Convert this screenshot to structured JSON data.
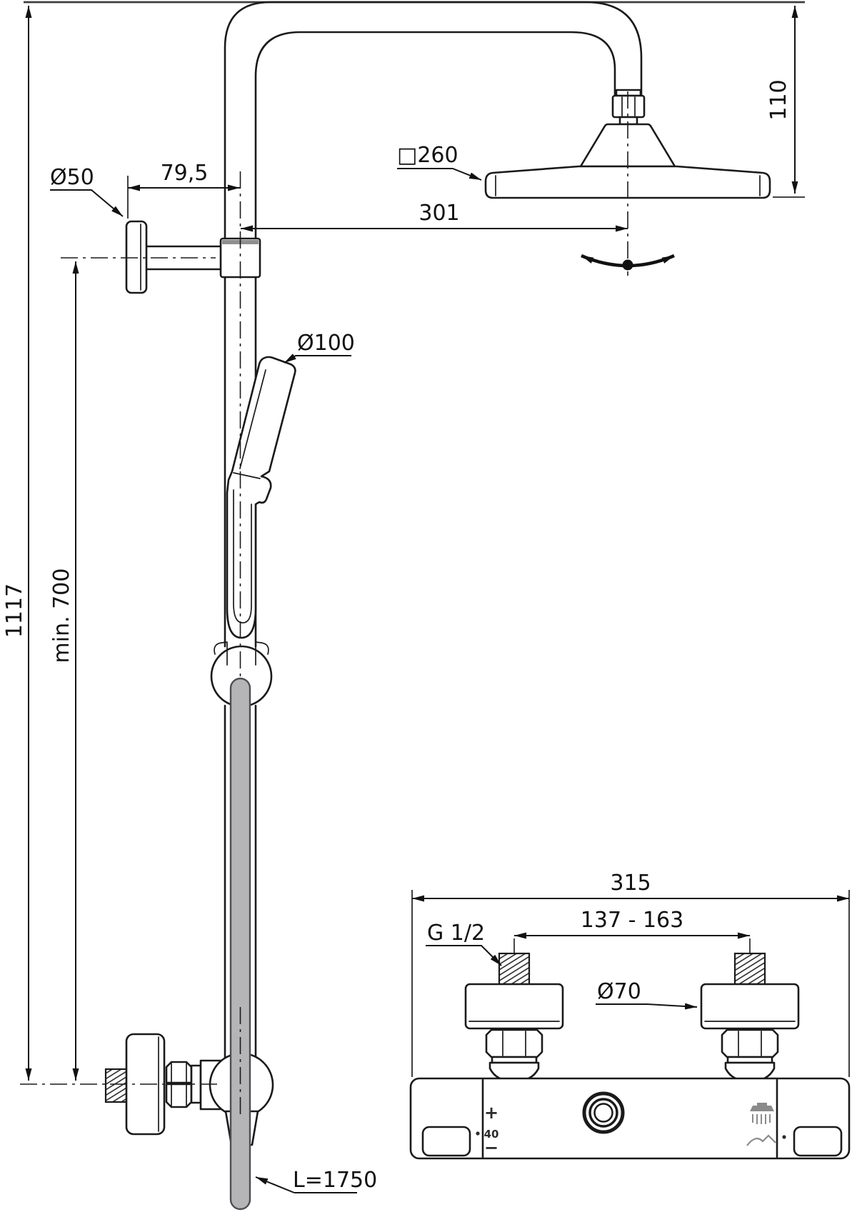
{
  "colors": {
    "line": "#1a1a1a",
    "background": "#ffffff",
    "hose_fill": "#b5b5b8",
    "hose_stroke": "#4e4e52",
    "collar_band": "#8f8f8f",
    "icon_gray": "#8a8a8a"
  },
  "dimensions": {
    "overall_height": "1117",
    "min_mount_height": "min. 700",
    "wall_bracket_diameter": "Ø50",
    "bracket_to_pipe_offset": "79,5",
    "head_size": "□260",
    "pipe_to_head_offset": "301",
    "head_clearance_height": "110",
    "handshower_diameter": "Ø100",
    "hose_length": "L=1750",
    "mixer_overall_width": "315",
    "inlet_center_distance": "137 - 163",
    "inlet_thread": "G 1/2",
    "inlet_escutcheon_diameter": "Ø70"
  },
  "mixer_markings": {
    "temp_plus": "+",
    "temp_safe_stop": "40",
    "temp_minus": "−"
  },
  "icons": {
    "swivel": "curved-double-arrow",
    "mixer_outlet_rain": "shower-spray",
    "mixer_outlet_hand": "stream-wave",
    "temp_stop_dot": "dot",
    "mode_dot": "dot"
  }
}
